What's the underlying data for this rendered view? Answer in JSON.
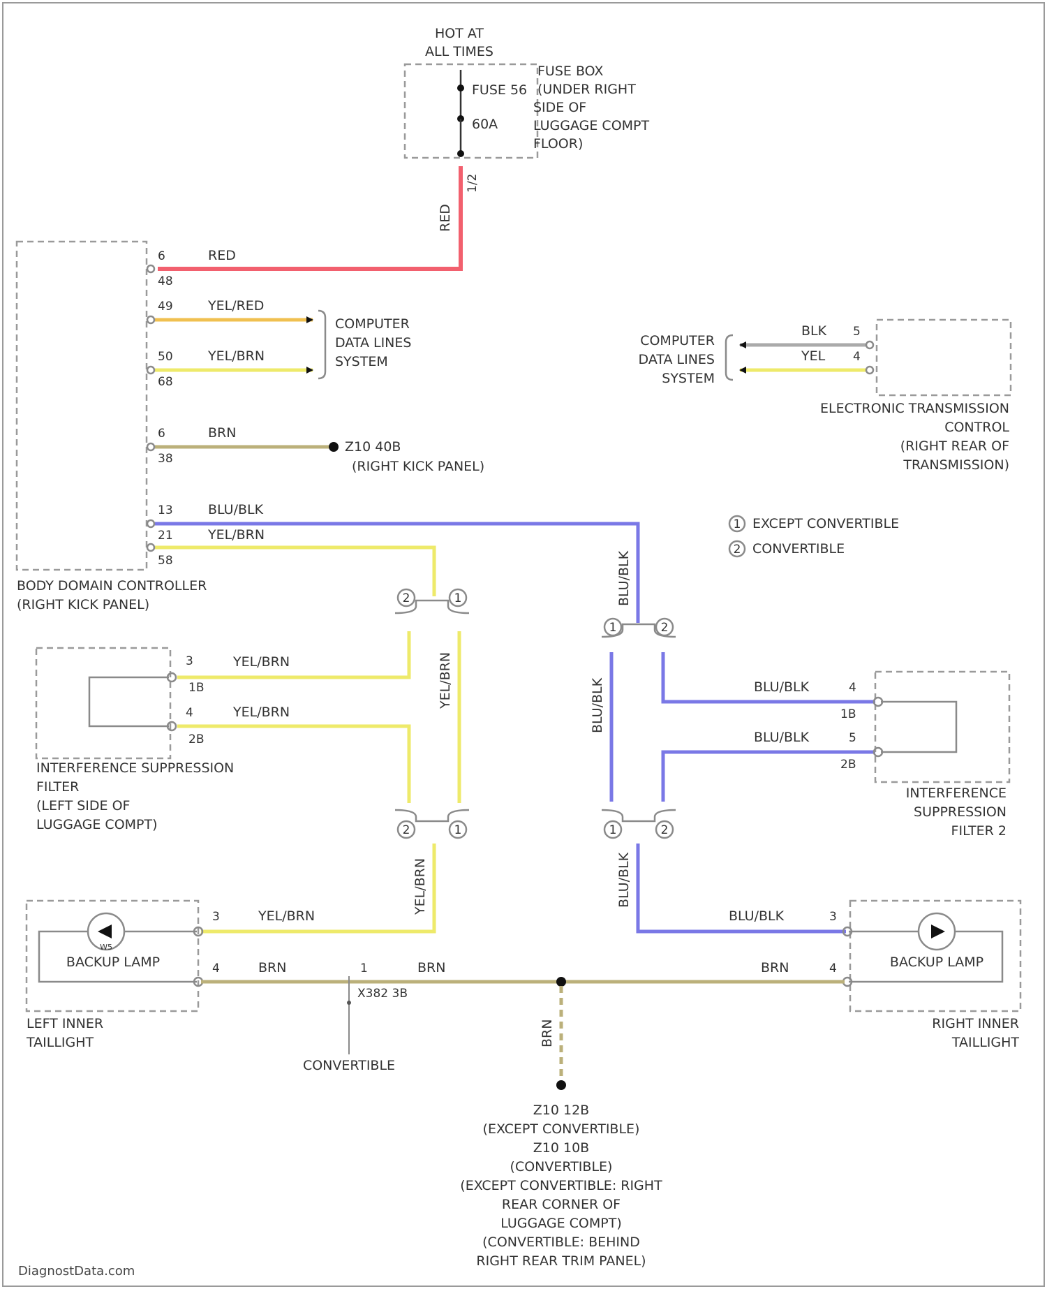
{
  "fuse": {
    "hot_l1": "HOT AT",
    "hot_l2": "ALL TIMES",
    "fuse_id": "FUSE 56",
    "amps": "60A",
    "box_l1": "FUSE BOX",
    "box_l2": "(UNDER RIGHT",
    "box_l3": "SIDE OF",
    "box_l4": "LUGGAGE COMPT",
    "box_l5": "FLOOR)",
    "out_pin": "1/2"
  },
  "bdc": {
    "name_l1": "BODY DOMAIN CONTROLLER",
    "name_l2": "(RIGHT KICK PANEL)",
    "pins": [
      {
        "num": "6",
        "conn": "48",
        "color": "RED"
      },
      {
        "num": "49",
        "conn": "",
        "color": "YEL/RED"
      },
      {
        "num": "50",
        "conn": "68",
        "color": "YEL/BRN"
      },
      {
        "num": "6",
        "conn": "38",
        "color": "BRN"
      },
      {
        "num": "13",
        "conn": "",
        "color": "BLU/BLK"
      },
      {
        "num": "21",
        "conn": "58",
        "color": "YEL/BRN"
      }
    ]
  },
  "computer_lines": {
    "l1": "COMPUTER",
    "l2": "DATA LINES",
    "l3": "SYSTEM"
  },
  "ground_kick": {
    "id": "Z10 40B",
    "loc": "(RIGHT KICK PANEL)"
  },
  "etc": {
    "name_l1": "ELECTRONIC TRANSMISSION",
    "name_l2": "CONTROL",
    "name_l3": "(RIGHT REAR OF",
    "name_l4": "TRANSMISSION)",
    "wire1": "BLK",
    "pin1": "5",
    "wire2": "YEL",
    "pin2": "4"
  },
  "legend": {
    "sym1": "1",
    "label1": "EXCEPT CONVERTIBLE",
    "sym2": "2",
    "label2": "CONVERTIBLE"
  },
  "red_vertical_label": "RED",
  "splice_syms": {
    "one": "1",
    "two": "2"
  },
  "filter_left": {
    "name_l1": "INTERFERENCE SUPPRESSION",
    "name_l2": "FILTER",
    "name_l3": "(LEFT SIDE OF",
    "name_l4": "LUGGAGE COMPT)",
    "pin_a": "3",
    "conn_a": "1B",
    "wire_a": "YEL/BRN",
    "pin_b": "4",
    "conn_b": "2B",
    "wire_b": "YEL/BRN"
  },
  "filter_right": {
    "name_l1": "INTERFERENCE",
    "name_l2": "SUPPRESSION",
    "name_l3": "FILTER 2",
    "pin_a": "4",
    "conn_a": "1B",
    "wire_a": "BLU/BLK",
    "pin_b": "5",
    "conn_b": "2B",
    "wire_b": "BLU/BLK"
  },
  "vertical_labels": {
    "yel_brn": "YEL/BRN",
    "blu_blk": "BLU/BLK"
  },
  "left_taillight": {
    "lamp": "BACKUP LAMP",
    "name_l1": "LEFT INNER",
    "name_l2": "TAILLIGHT",
    "pin_a": "3",
    "wire_a": "YEL/BRN",
    "pin_b": "4",
    "wire_b": "BRN",
    "bulb": "W5"
  },
  "right_taillight": {
    "lamp": "BACKUP LAMP",
    "name_l1": "RIGHT INNER",
    "name_l2": "TAILLIGHT",
    "pin_a": "3",
    "wire_a": "BLU/BLK",
    "pin_b": "4",
    "wire_b": "BRN"
  },
  "connector_x382": {
    "id": "X382 3B",
    "pin": "1",
    "wire": "BRN",
    "note": "CONVERTIBLE"
  },
  "ground_wire": "BRN",
  "ground_main": {
    "l1": "Z10 12B",
    "l2": "(EXCEPT CONVERTIBLE)",
    "l3": "Z10 10B",
    "l4": "(CONVERTIBLE)",
    "l5": "(EXCEPT CONVERTIBLE: RIGHT",
    "l6": "REAR CORNER OF",
    "l7": "LUGGAGE COMPT)",
    "l8": "(CONVERTIBLE: BEHIND",
    "l9": "RIGHT REAR TRIM PANEL)"
  },
  "watermark": "DiagnostData.com",
  "colors": {
    "red": "#f2606e",
    "yel_red": "#f0c050",
    "yellow": "#eeea6a",
    "brown": "#bbb07a",
    "blue": "#7a78e6",
    "line": "#8a8a8a"
  }
}
